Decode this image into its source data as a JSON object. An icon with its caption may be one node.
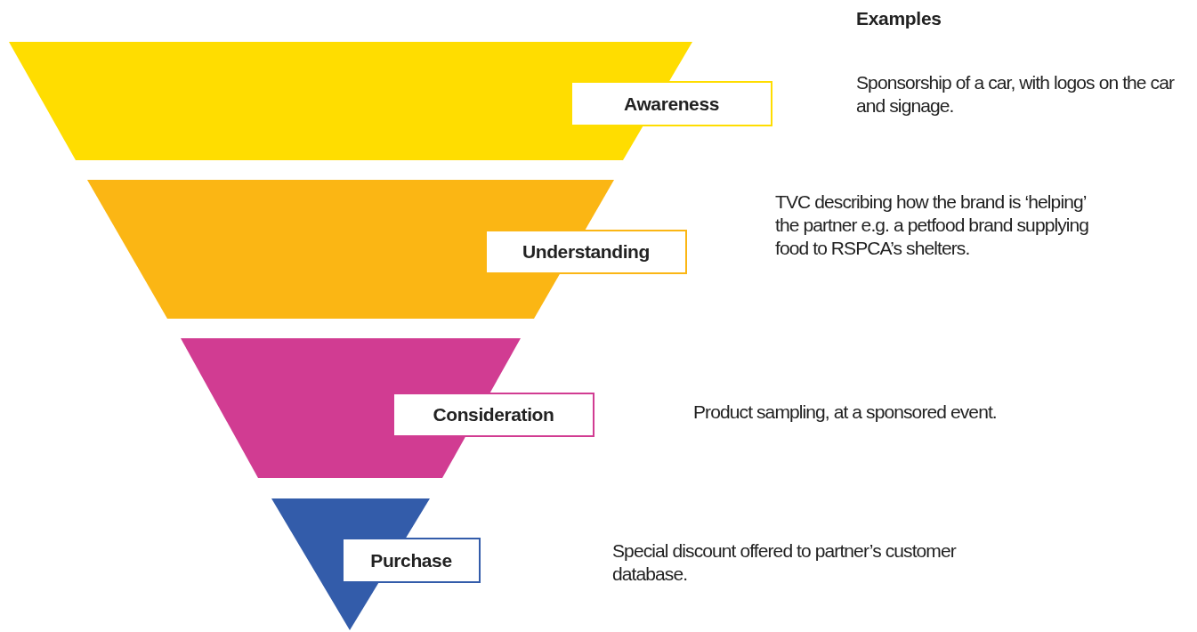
{
  "diagram": {
    "nodes": [
      {
        "text": [],
        "shape": "trapezoid"
      },
      {
        "text": [
          "Awareness"
        ]
      },
      {
        "text": [],
        "shape": "trapezoid"
      },
      {
        "text": [
          "Understanding"
        ]
      },
      {
        "text": [],
        "shape": "trapezoid"
      },
      {
        "text": [
          "Consideration"
        ]
      },
      {
        "text": [],
        "shape": "triangle"
      },
      {
        "text": [
          "Purchase"
        ]
      }
    ],
    "labels": [
      "Examples",
      "Sponsorship of a car, with logos on the car and signage.",
      "TVC describing how the brand is ‘helping’ the partner e.g. a petfood brand supplying food to RSPCA’s shelters.",
      "Product sampling, at a sponsored event.",
      "Special discount offered to partner’s customer database."
    ]
  }
}
